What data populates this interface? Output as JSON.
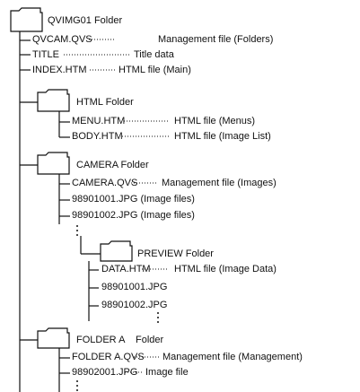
{
  "tree": {
    "root_folder": "QVIMG01 Folder",
    "root_items": [
      {
        "name": "QVCAM.QVS",
        "desc": "Management file (Folders)"
      },
      {
        "name": "TITLE",
        "desc": "Title data"
      },
      {
        "name": "INDEX.HTM",
        "desc": "HTML file (Main)"
      }
    ],
    "html_folder": {
      "label": "HTML Folder",
      "items": [
        {
          "name": "MENU.HTM",
          "desc": "HTML file (Menus)"
        },
        {
          "name": "BODY.HTM",
          "desc": "HTML file (Image List)"
        }
      ]
    },
    "camera_folder": {
      "label": "CAMERA Folder",
      "items": [
        {
          "name": "CAMERA.QVS",
          "desc": "Management file (Images)"
        },
        {
          "name": "98901001.JPG (Image files)",
          "desc": ""
        },
        {
          "name": "98901002.JPG (Image files)",
          "desc": ""
        }
      ]
    },
    "preview_folder": {
      "label": "PREVIEW Folder",
      "items": [
        {
          "name": "DATA.HTM",
          "desc": "HTML file (Image Data)"
        },
        {
          "name": "98901001.JPG",
          "desc": ""
        },
        {
          "name": "98901002.JPG",
          "desc": ""
        }
      ]
    },
    "folder_a": {
      "label": "FOLDER A    Folder",
      "items": [
        {
          "name": "FOLDER A.QVS",
          "desc": "Management file (Management)"
        },
        {
          "name": "98902001.JPG",
          "desc": "Image file"
        }
      ]
    }
  }
}
